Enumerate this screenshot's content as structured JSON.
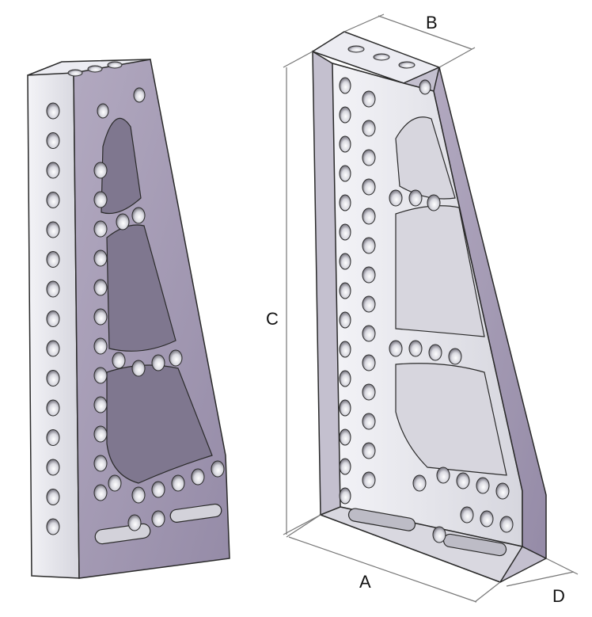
{
  "dimension_labels": {
    "a": "A",
    "b": "B",
    "c": "C",
    "d": "D"
  },
  "colors": {
    "steel_light": "#e8e8ee",
    "steel_mid": "#c9c9d3",
    "steel_shadow": "#a9a7b6",
    "face_purple": "#9e94ae",
    "edge_dark": "#2a2a2a",
    "hole_inner": "#6f6d78",
    "dimension_line": "#777777"
  }
}
